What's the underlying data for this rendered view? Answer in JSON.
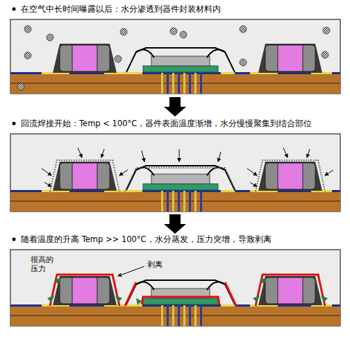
{
  "diagram": {
    "labels": [
      "在空气中长时间曝露以后：水分渗透到器件封装材料内",
      "回流焊接开始：Temp < 100°C，器件表面温度渐增，水分慢慢聚集到结合部位",
      "随着温度的升高 Temp >> 100°C，水分蒸发，压力突增，导致剥离",
      "很高的 压力",
      "剥离"
    ]
  }
}
